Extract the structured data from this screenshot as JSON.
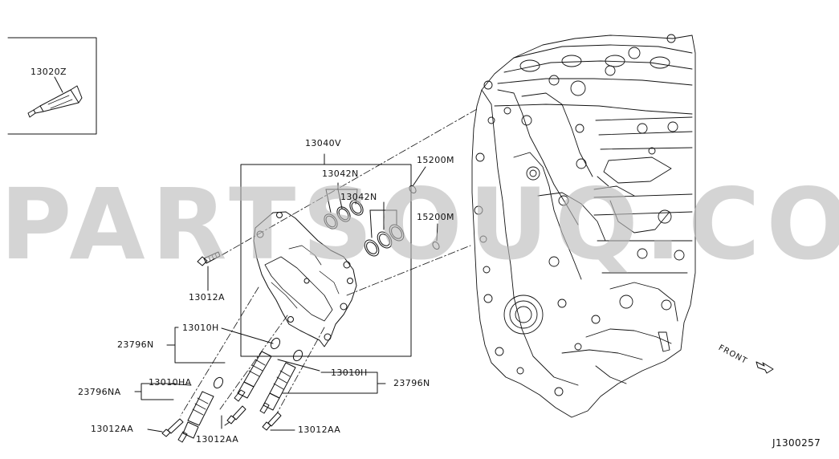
{
  "watermark": "PARTSOUQ.COM",
  "diagram_code": "J1300257",
  "direction_label": "FRONT",
  "labels": {
    "sealant": "13020Z",
    "cover_assembly": "13040V",
    "o_ring_set_upper": "13042N",
    "o_ring_set_lower": "13042N",
    "seal_upper": "15200M",
    "seal_lower": "15200M",
    "bolt_cover": "13012A",
    "valve_left": "13010H",
    "valve_right": "13010H",
    "valve_assembly_left": "23796N",
    "valve_assembly_right": "23796N",
    "valve_sub": "13010HA",
    "valve_assembly_sub": "23796NA",
    "bolt_left": "13012AA",
    "bolt_center": "13012AA",
    "bolt_right": "13012AA"
  }
}
